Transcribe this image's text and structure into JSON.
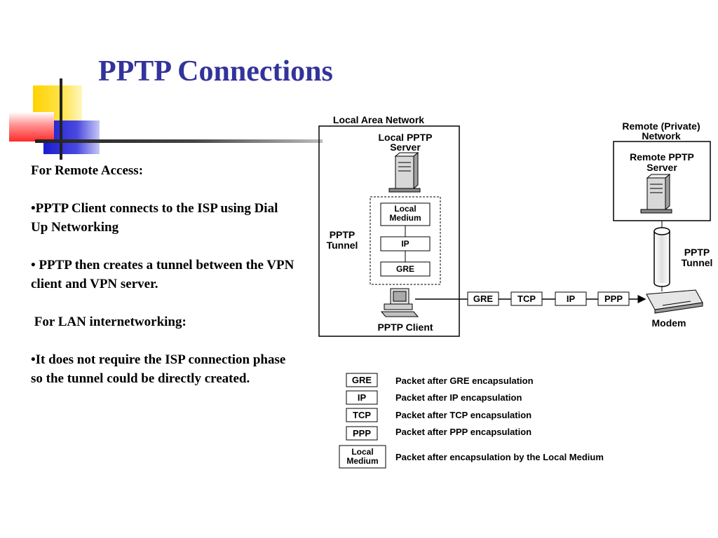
{
  "slide": {
    "title": "PPTP Connections",
    "paragraphs": [
      "For Remote Access:",
      "•PPTP Client connects to the ISP using Dial Up Networking",
      "• PPTP then creates a tunnel between the VPN client and VPN server.",
      " For LAN internetworking:",
      "•It does not require the ISP connection phase so the tunnel could be directly created."
    ]
  },
  "diagram": {
    "lan_label": "Local Area Network",
    "local_server_label": [
      "Local PPTP",
      "Server"
    ],
    "stack": [
      "Local",
      "Medium",
      "IP",
      "GRE"
    ],
    "tunnel_label": [
      "PPTP",
      "Tunnel"
    ],
    "client_label": "PPTP Client",
    "packets": [
      "GRE",
      "TCP",
      "IP",
      "PPP"
    ],
    "modem_label": "Modem",
    "remote_network_label": [
      "Remote (Private)",
      "Network"
    ],
    "remote_server_label": [
      "Remote PPTP",
      "Server"
    ],
    "remote_tunnel_label": [
      "PPTP",
      "Tunnel"
    ]
  },
  "legend": [
    {
      "box": [
        "GRE"
      ],
      "text": "Packet after GRE encapsulation"
    },
    {
      "box": [
        "IP"
      ],
      "text": "Packet after IP encapsulation"
    },
    {
      "box": [
        "TCP"
      ],
      "text": "Packet after TCP encapsulation"
    },
    {
      "box": [
        "PPP"
      ],
      "text": "Packet after PPP encapsulation"
    },
    {
      "box": [
        "Local",
        "Medium"
      ],
      "text": "Packet after encapsulation by the Local Medium"
    }
  ],
  "colors": {
    "title": "#33339a",
    "deco_yellow": "#ffd200",
    "deco_blue": "#2020d0",
    "deco_red": "#ff3030"
  }
}
